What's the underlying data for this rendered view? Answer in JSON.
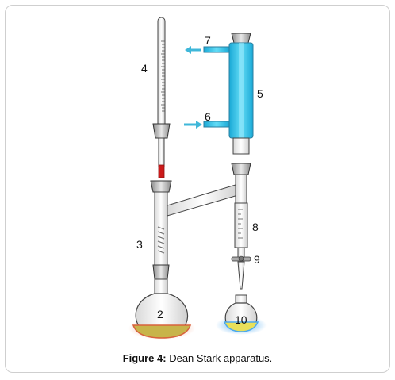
{
  "figure": {
    "caption_prefix": "Figure 4:",
    "caption_text": " Dean Stark apparatus."
  },
  "labels": {
    "thermometer": "4",
    "condenser": "5",
    "water_in": "6",
    "water_out": "7",
    "graduated_trap": "8",
    "stopcock": "9",
    "receiver_flask": "10",
    "column": "3",
    "boiling_flask": "2"
  },
  "colors": {
    "glass_outline": "#444444",
    "condenser_jacket": "#29c4e8",
    "water_arrow": "#3fb7d9",
    "thermometer_bulb": "#cc1a1a",
    "flask_liquid": "#c8b44a",
    "flask_liquid_edge": "#d8623c",
    "receiver_glow": "#4aa8f0",
    "receiver_liquid": "#e8e05a"
  }
}
